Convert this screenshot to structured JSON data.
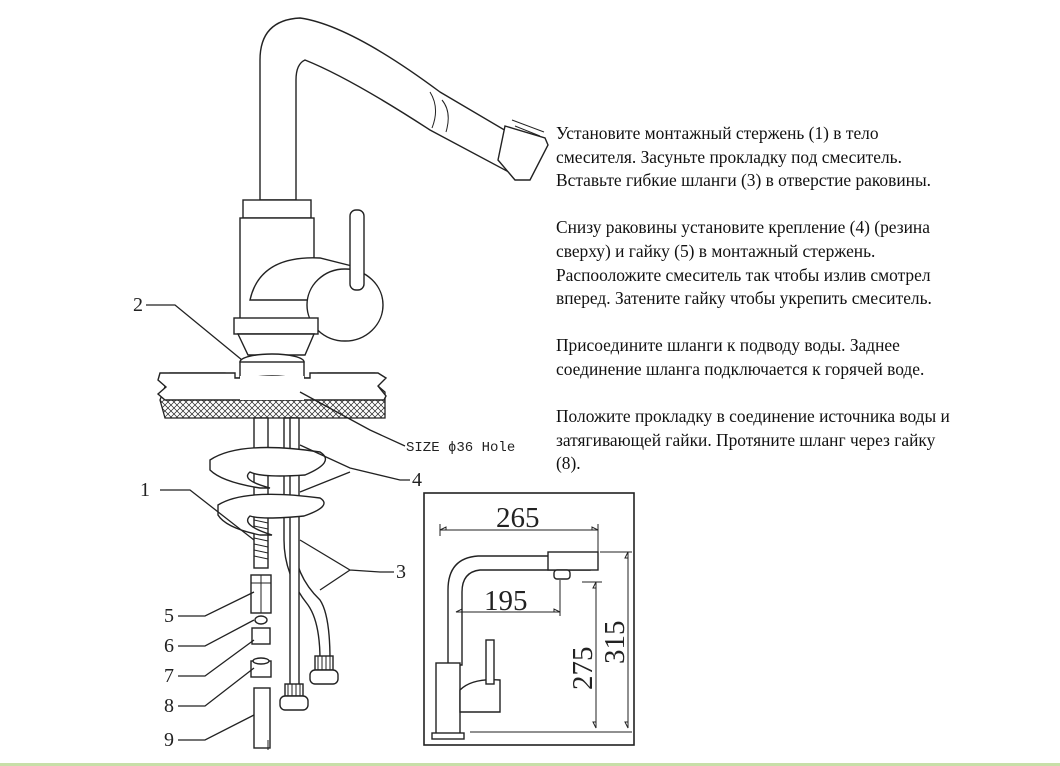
{
  "instructions": {
    "p1": [
      "Установите монтажный стержень (1) в тело",
      "смесителя. Засуньте прокладку под смеситель.",
      "Вставьте гибкие шланги (3) в отверстие раковины."
    ],
    "p2": [
      "Снизу раковины установите крепление (4) (резина",
      "сверху) и гайку (5) в монтажный стержень.",
      "Распооложите смеситель так чтобы излив смотрел",
      "вперед. Затените гайку чтобы укрепить смеситель."
    ],
    "p3": [
      "Присоедините шланги к подводу воды. Заднее",
      "соединение шланга подключается к горячей воде."
    ],
    "p4": [
      "Положите прокладку в соединение источника воды и",
      "затягивающей гайки. Протяните шланг через гайку",
      "(8)."
    ]
  },
  "callouts": {
    "n1": "1",
    "n2": "2",
    "n3": "3",
    "n4": "4",
    "n5": "5",
    "n6": "6",
    "n7": "7",
    "n8": "8",
    "n9": "9",
    "hole": "SIZE ϕ36 Hole"
  },
  "dimensions": {
    "d265": "265",
    "d195": "195",
    "d275": "275",
    "d315": "315"
  }
}
